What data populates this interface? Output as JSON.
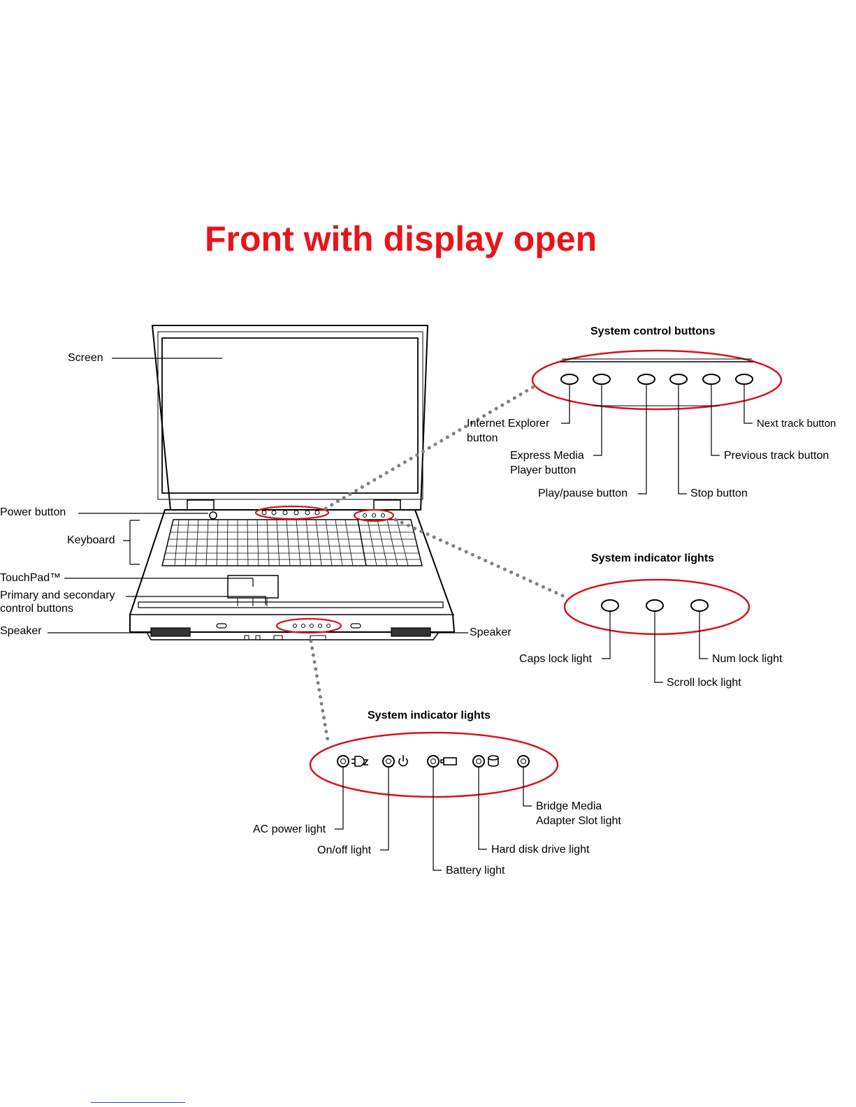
{
  "title": "Front with display open",
  "colors": {
    "title": "#e8141b",
    "highlight": "#d8121a",
    "line": "#000000",
    "dots": "#808080"
  },
  "headings": {
    "system_control_buttons": "System control buttons",
    "system_indicator_lights_keyboard": "System indicator lights",
    "system_indicator_lights_front": "System indicator lights"
  },
  "laptop_labels": {
    "screen": "Screen",
    "power_button": "Power button",
    "keyboard": "Keyboard",
    "touchpad": "TouchPad™",
    "control_buttons_line1": "Primary and secondary",
    "control_buttons_line2": "control buttons",
    "speaker_left": "Speaker",
    "speaker_right": "Speaker"
  },
  "control_button_labels": {
    "internet_explorer_line1": "Internet Explorer",
    "internet_explorer_line2": "button",
    "express_media_line1": "Express Media",
    "express_media_line2": "Player button",
    "play_pause": "Play/pause button",
    "stop": "Stop button",
    "previous_track": "Previous track button",
    "next_track": "Next track button"
  },
  "keyboard_light_labels": {
    "caps_lock": "Caps lock light",
    "scroll_lock": "Scroll lock light",
    "num_lock": "Num lock light"
  },
  "front_light_labels": {
    "ac_power": "AC power light",
    "on_off": "On/off light",
    "battery": "Battery light",
    "hard_disk": "Hard disk drive light",
    "bridge_media_line1": "Bridge Media",
    "bridge_media_line2": "Adapter Slot light"
  }
}
